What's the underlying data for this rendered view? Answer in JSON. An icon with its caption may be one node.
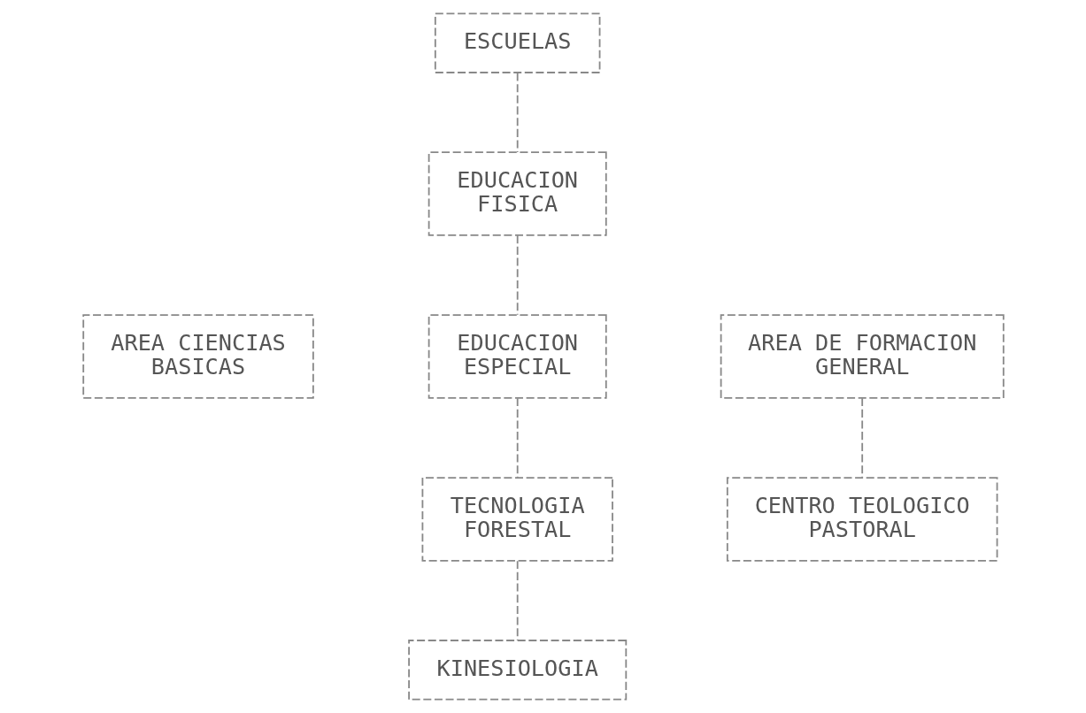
{
  "diagram": {
    "nodes": [
      {
        "text": [
          "ESCUELAS"
        ]
      },
      {
        "text": [
          "EDUCACION FISICA"
        ]
      },
      {
        "text": [
          "AREA CIENCIAS BASICAS"
        ]
      },
      {
        "text": [
          "EDUCACION ESPECIAL"
        ]
      },
      {
        "text": [
          "AREA DE FORMACION GENERAL"
        ]
      },
      {
        "text": [
          "TECNOLOGIA FORESTAL"
        ]
      },
      {
        "text": [
          "CENTRO TEOLOGICO PASTORAL"
        ]
      },
      {
        "text": [
          "KINESIOLOGIA"
        ]
      }
    ],
    "edges": [
      {
        "from": 0,
        "to": 1,
        "arrow": "none",
        "style": "dashed"
      },
      {
        "from": 1,
        "to": 3,
        "arrow": "none",
        "style": "dashed"
      },
      {
        "from": 3,
        "to": 5,
        "arrow": "none",
        "style": "dashed"
      },
      {
        "from": 5,
        "to": 7,
        "arrow": "none",
        "style": "dashed"
      },
      {
        "from": 4,
        "to": 6,
        "arrow": "none",
        "style": "dashed"
      }
    ]
  }
}
